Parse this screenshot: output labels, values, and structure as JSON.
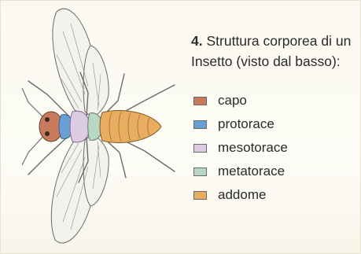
{
  "caption": {
    "number": "4.",
    "line1": "Struttura corporea di un",
    "line2": "Insetto (visto dal basso):"
  },
  "legend": [
    {
      "label": "capo",
      "color": "#c97a5a"
    },
    {
      "label": "protorace",
      "color": "#6a9fd4"
    },
    {
      "label": "mesotorace",
      "color": "#dccbe2"
    },
    {
      "label": "metatorace",
      "color": "#b9d8c4"
    },
    {
      "label": "addome",
      "color": "#e8ad5e"
    }
  ],
  "figure": {
    "icon": "insect-ventral-view-illustration"
  }
}
